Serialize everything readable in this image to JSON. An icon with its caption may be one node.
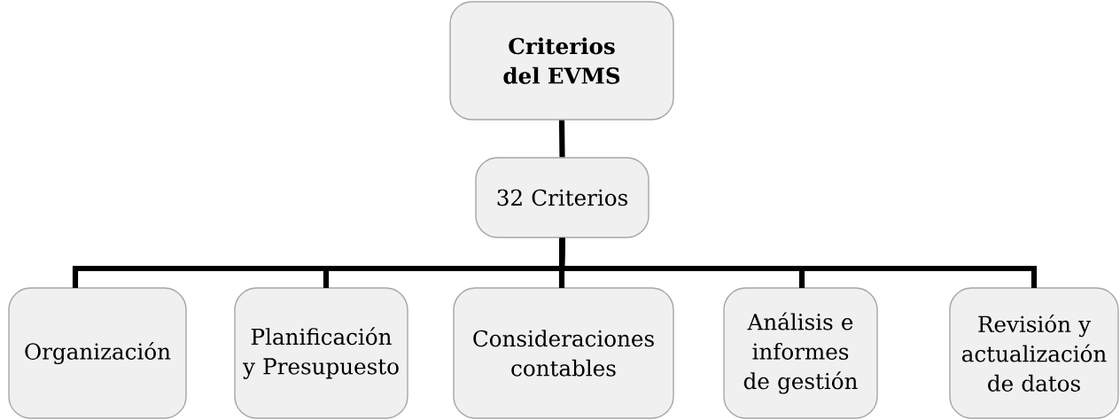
{
  "diagram": {
    "nodes": [
      {
        "text": [
          "**Criterios del EVMS**"
        ]
      },
      {
        "text": [
          "32 Criterios"
        ]
      },
      {
        "text": [
          "Organización"
        ]
      },
      {
        "text": [
          "Planificación y Presupuesto"
        ]
      },
      {
        "text": [
          "Consideraciones contables"
        ]
      },
      {
        "text": [
          "Análisis e informes de gestión"
        ]
      },
      {
        "text": [
          "Revisión y actualización de datos"
        ]
      }
    ],
    "edges": [
      {
        "from": 0,
        "to": 1,
        "arrow": "none"
      },
      {
        "from": 1,
        "to": 2,
        "arrow": "none"
      },
      {
        "from": 1,
        "to": 3,
        "arrow": "none"
      },
      {
        "from": 1,
        "to": 4,
        "arrow": "none"
      },
      {
        "from": 1,
        "to": 5,
        "arrow": "none"
      },
      {
        "from": 1,
        "to": 6,
        "arrow": "none"
      }
    ]
  }
}
